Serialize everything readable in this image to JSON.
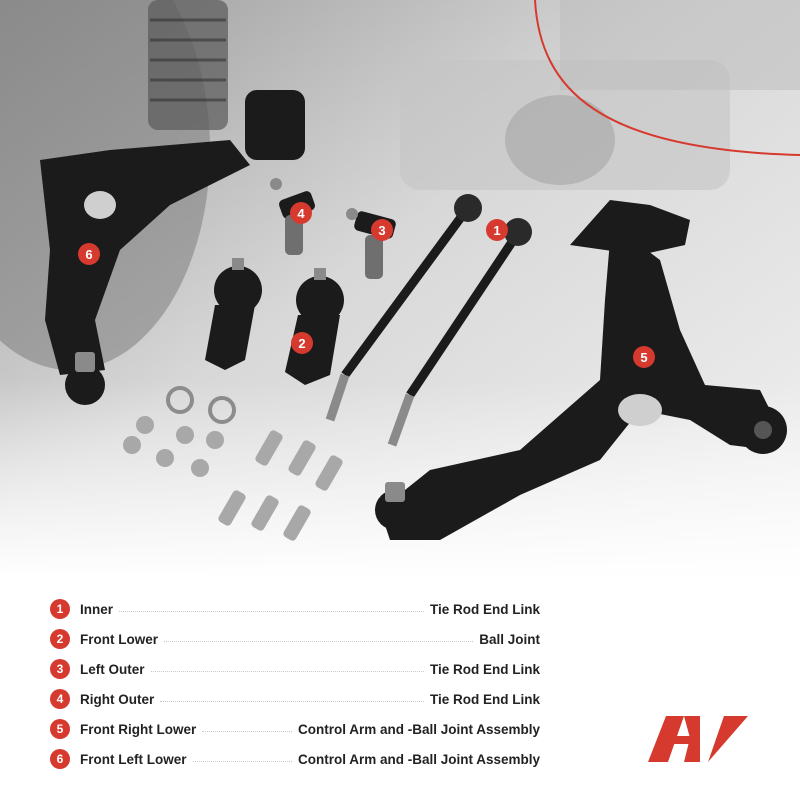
{
  "markers": [
    "1",
    "2",
    "3",
    "4",
    "5",
    "6"
  ],
  "legend": [
    {
      "number": "1",
      "name": "Inner",
      "part": "Tie Rod End Link"
    },
    {
      "number": "2",
      "name": "Front Lower",
      "part": "Ball Joint"
    },
    {
      "number": "3",
      "name": "Left Outer",
      "part": "Tie Rod End Link"
    },
    {
      "number": "4",
      "name": "Right Outer",
      "part": "Tie Rod End Link"
    },
    {
      "number": "5",
      "name": "Front Right Lower",
      "part": "Control Arm and -Ball Joint Assembly"
    },
    {
      "number": "6",
      "name": "Front Left Lower",
      "part": "Control Arm and -Ball Joint Assembly"
    }
  ],
  "colors": {
    "accent": "#d63a2f",
    "text": "#222222",
    "parts": "#1b1b1b"
  },
  "icons": {
    "logo": "a-premium-logo"
  }
}
